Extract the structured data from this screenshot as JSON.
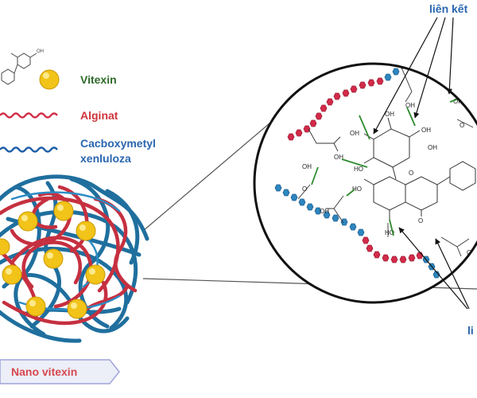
{
  "legend": {
    "vitexin": "Vitexin",
    "alginat": "Alginat",
    "cmc_line1": "Cacboxymetyl",
    "cmc_line2": "xenluloza"
  },
  "nano_label": "Nano vitexin",
  "top_label": "liên kết",
  "bottom_label": "li",
  "chem": {
    "oh": "OH",
    "ho": "HO",
    "o": "O",
    "ho_lower": "HO"
  },
  "colors": {
    "alginate": "#d2314a",
    "cmc": "#2f83b6",
    "vitexin": "#f2c318",
    "hbond": "#2e8b2e",
    "label_blue": "#2a66b0",
    "label_green": "#2f6b2a",
    "label_red": "#d0343c"
  }
}
